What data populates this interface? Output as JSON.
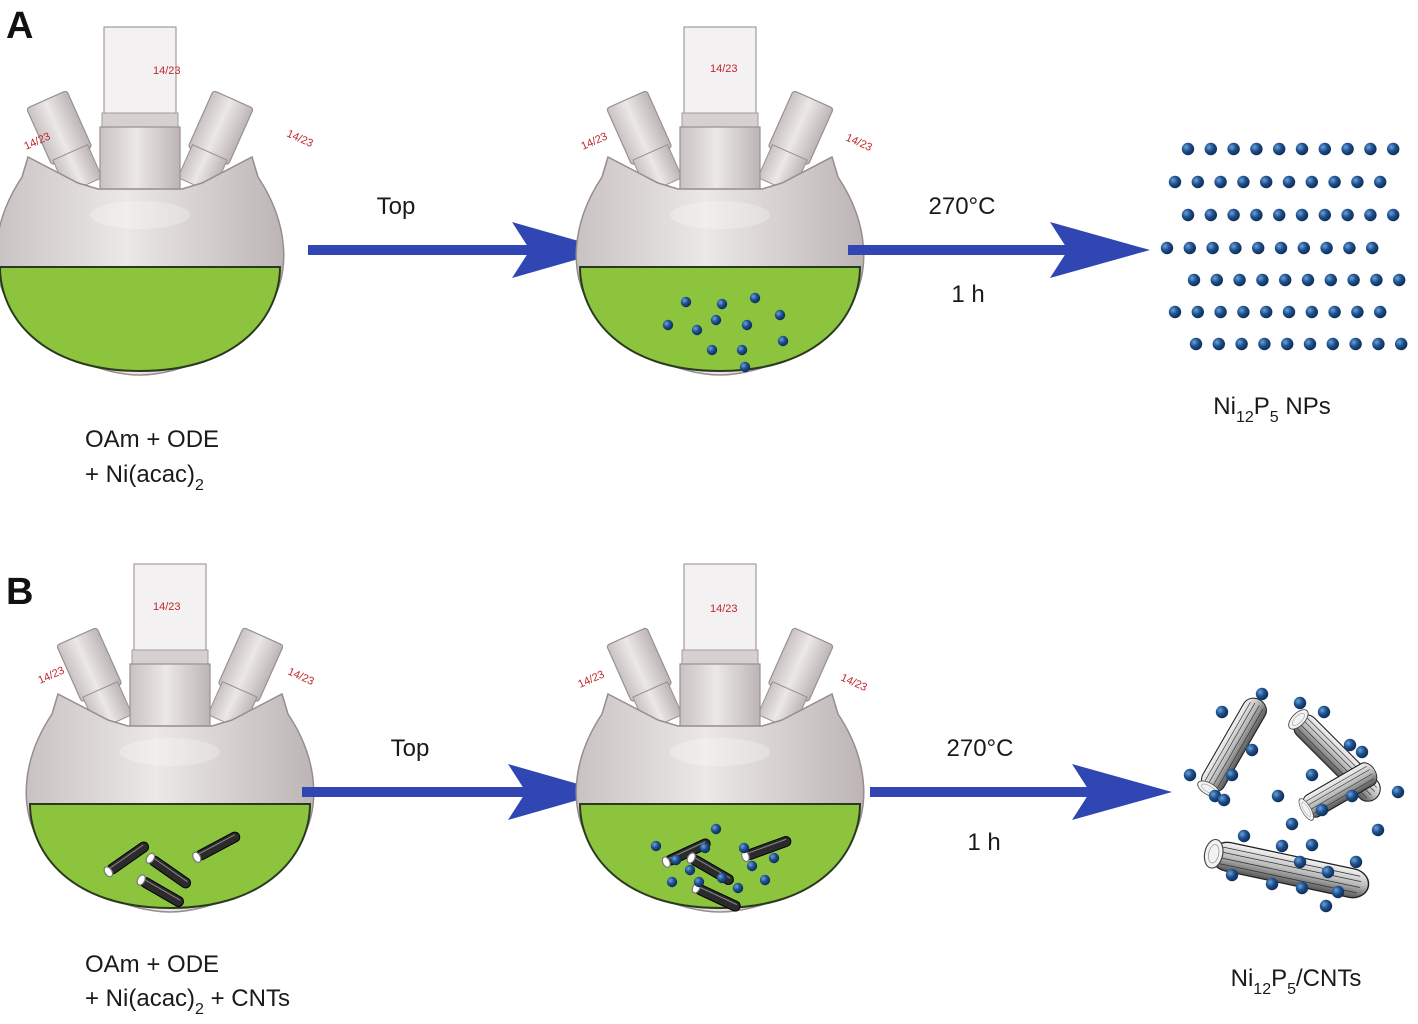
{
  "panels": [
    {
      "letter": "A",
      "arrow1_label": "Top",
      "arrow2_label_top": "270°C",
      "arrow2_label_bottom": "1 h",
      "reagents_line1": "OAm + ODE",
      "reagents_line2_prefix": "+ Ni(acac)",
      "reagents_line2_sub": "2",
      "reagents_line2_suffix": "",
      "product_parts": [
        "Ni",
        "12",
        "P",
        "5",
        " NPs"
      ]
    },
    {
      "letter": "B",
      "arrow1_label": "Top",
      "arrow2_label_top": "270°C",
      "arrow2_label_bottom": "1 h",
      "reagents_line1": "OAm + ODE",
      "reagents_line2_prefix": "+ Ni(acac)",
      "reagents_line2_sub": "2",
      "reagents_line2_suffix": " + CNTs",
      "product_parts": [
        "Ni",
        "12",
        "P",
        "5",
        "/CNTs"
      ]
    }
  ],
  "joint_label": "14/23",
  "colors": {
    "arrow": "#2f46b3",
    "solution": "#8cc43e",
    "nanoparticle": "#1e4f8c",
    "glass": "#d9d3d3",
    "joint_text": "#c0272d"
  }
}
